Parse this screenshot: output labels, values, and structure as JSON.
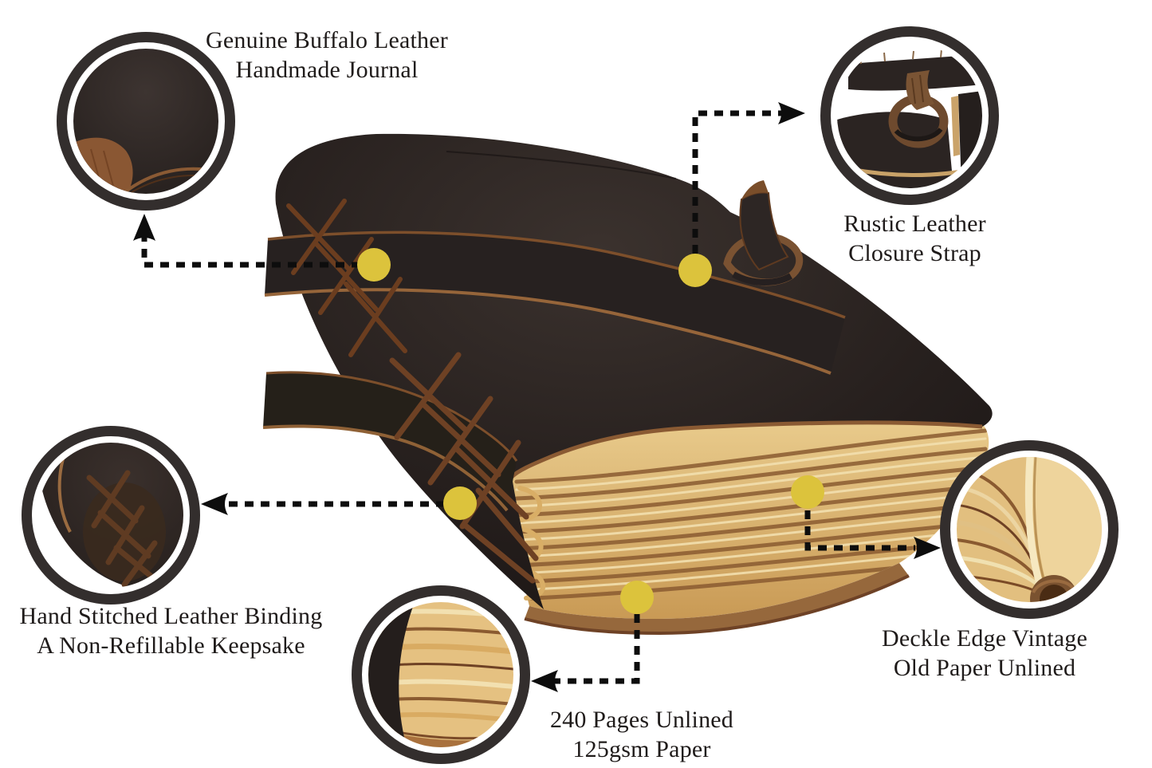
{
  "callouts": {
    "buffalo": {
      "line1": "Genuine Buffalo Leather",
      "line2": "Handmade Journal"
    },
    "strap": {
      "line1": "Rustic Leather",
      "line2": "Closure Strap"
    },
    "binding": {
      "line1": "Hand Stitched Leather Binding",
      "line2": "A Non-Refillable Keepsake"
    },
    "deckle": {
      "line1": "Deckle Edge Vintage",
      "line2": "Old Paper Unlined"
    },
    "pages": {
      "line1": "240 Pages Unlined",
      "line2": "125gsm Paper"
    }
  },
  "colors": {
    "background": "#ffffff",
    "feature_dot": "#dcc33c",
    "connector": "#0d0d0d",
    "circle_ring": "#332e2d",
    "text": "#1f1b1a",
    "leather_dark": "#241e1c",
    "leather_edge_brown": "#8a5a33",
    "paper_tan": "#d9ab62",
    "paper_cream": "#f2dfae"
  }
}
